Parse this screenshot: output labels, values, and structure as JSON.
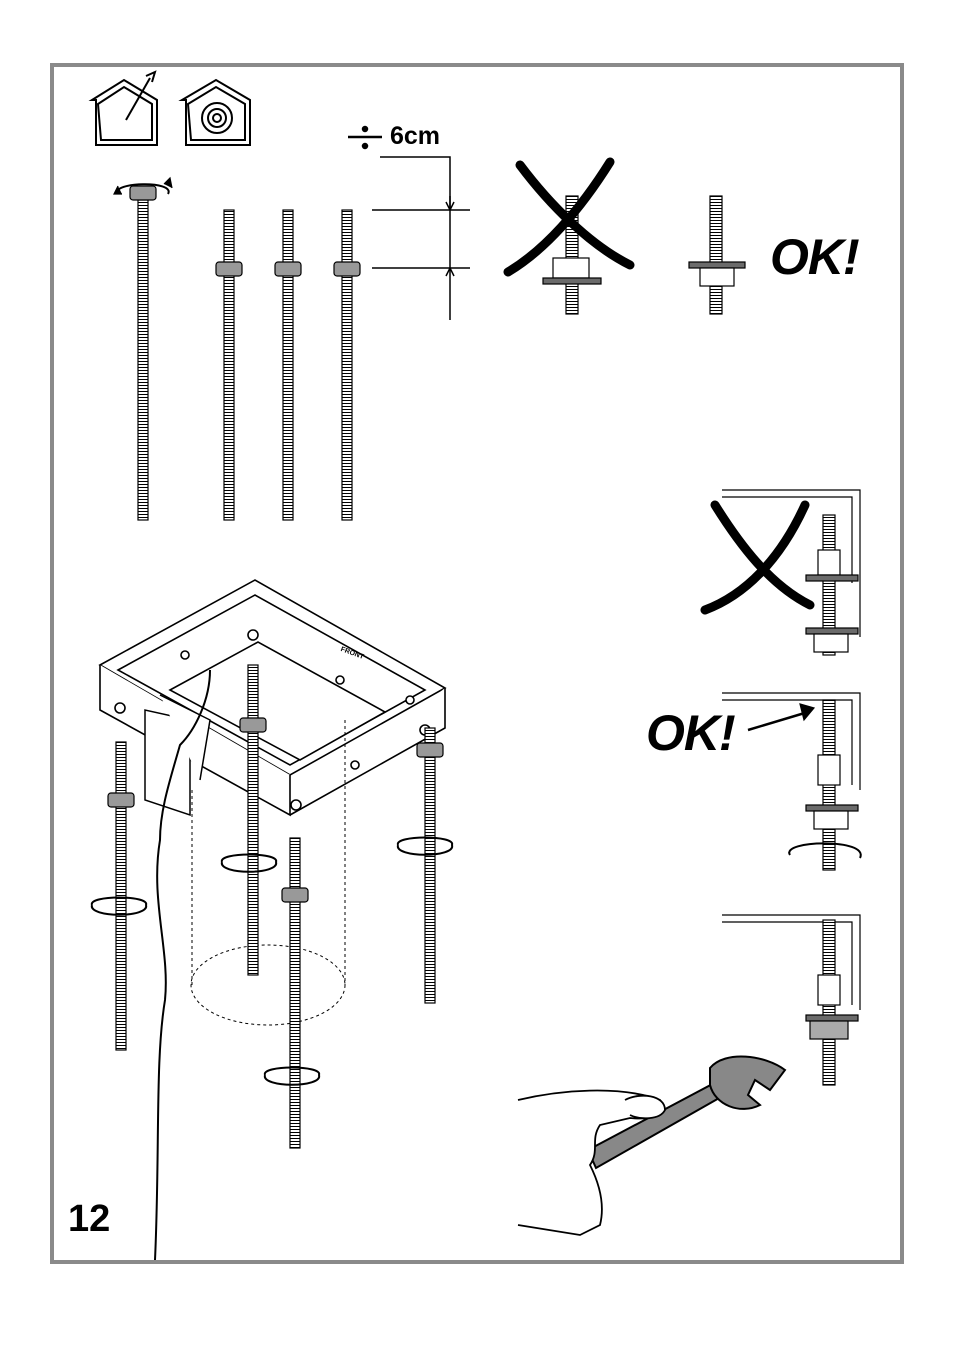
{
  "page": {
    "step_number": "12",
    "distance_label": "6cm",
    "ok_label_top": "OK!",
    "ok_label_mid": "OK!",
    "front_label": "FRONT"
  },
  "icons": [
    "ducted-mode-icon",
    "recirculation-mode-icon",
    "rotate-arrow-icon",
    "wrench-icon",
    "hand-icon",
    "wrong-cross-icon"
  ],
  "colors": {
    "frame": "#8a8a8a",
    "ink": "#000000",
    "washer": "#6b6b6b"
  }
}
